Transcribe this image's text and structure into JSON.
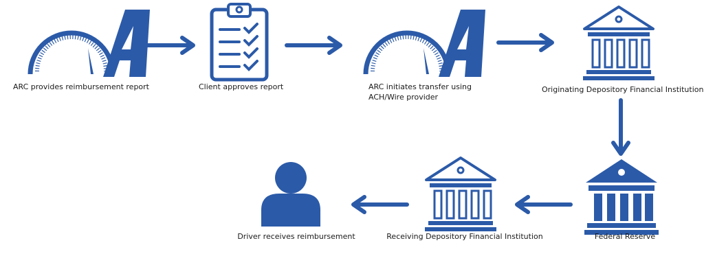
{
  "colors": {
    "primary": "#2b5aa8",
    "text": "#1a1a1a",
    "background": "#ffffff"
  },
  "steps": [
    {
      "id": "arc-report",
      "icon": "arc-speedometer-logo-icon",
      "label": "ARC provides reimbursement report"
    },
    {
      "id": "client",
      "icon": "clipboard-checklist-icon",
      "label": "Client approves report"
    },
    {
      "id": "arc-transfer",
      "icon": "arc-speedometer-logo-icon",
      "label_lines": [
        "ARC initiates transfer using",
        "ACH/Wire provider"
      ]
    },
    {
      "id": "odfi",
      "icon": "bank-outline-icon",
      "label": "Originating Depository Financial Institution"
    },
    {
      "id": "fed",
      "icon": "bank-solid-icon",
      "label": "Federal Reserve"
    },
    {
      "id": "rdfi",
      "icon": "bank-outline-icon",
      "label": "Receiving Depository Financial Institution"
    },
    {
      "id": "driver",
      "icon": "person-icon",
      "label": "Driver receives reimbursement"
    }
  ],
  "logo_letter": "A"
}
